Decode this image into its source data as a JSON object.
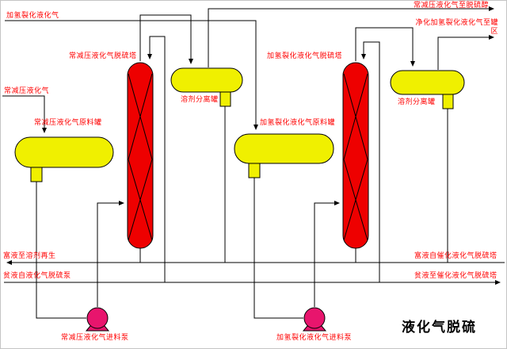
{
  "diagram": {
    "title": "液化气脱硫",
    "labels": {
      "hydro_feed": "加氢裂化液化气",
      "avlpg_to_demercaptan": "常减压液化气至脱硫醇",
      "purified_hydro_to_tank": "净化加氢裂化液化气至罐区",
      "col1": "常减压液化气脱硫塔",
      "col2": "加氢裂化液化气脱硫塔",
      "sep1": "溶剂分离罐",
      "sep2": "溶剂分离罐",
      "avlpg_feed": "常减压液化气",
      "feed_drum1": "常减压液化气原料罐",
      "feed_drum2": "加氢裂化液化气原料罐",
      "rich_to_regen": "富液至溶剂再生",
      "lean_from_pump": "贫液自液化气脱硫泵",
      "rich_from_cat": "富液自催化液化气脱硫塔",
      "lean_to_cat": "贫液至催化液化气脱硫塔",
      "pump1": "常减压液化气进料泵",
      "pump2": "加氢裂化液化气进料泵"
    },
    "colors": {
      "vessel_yellow": "#f0f000",
      "column_red": "#ee0000",
      "pump_magenta": "#e8156d",
      "label_red": "#ff0000",
      "line_black": "#000000"
    }
  }
}
